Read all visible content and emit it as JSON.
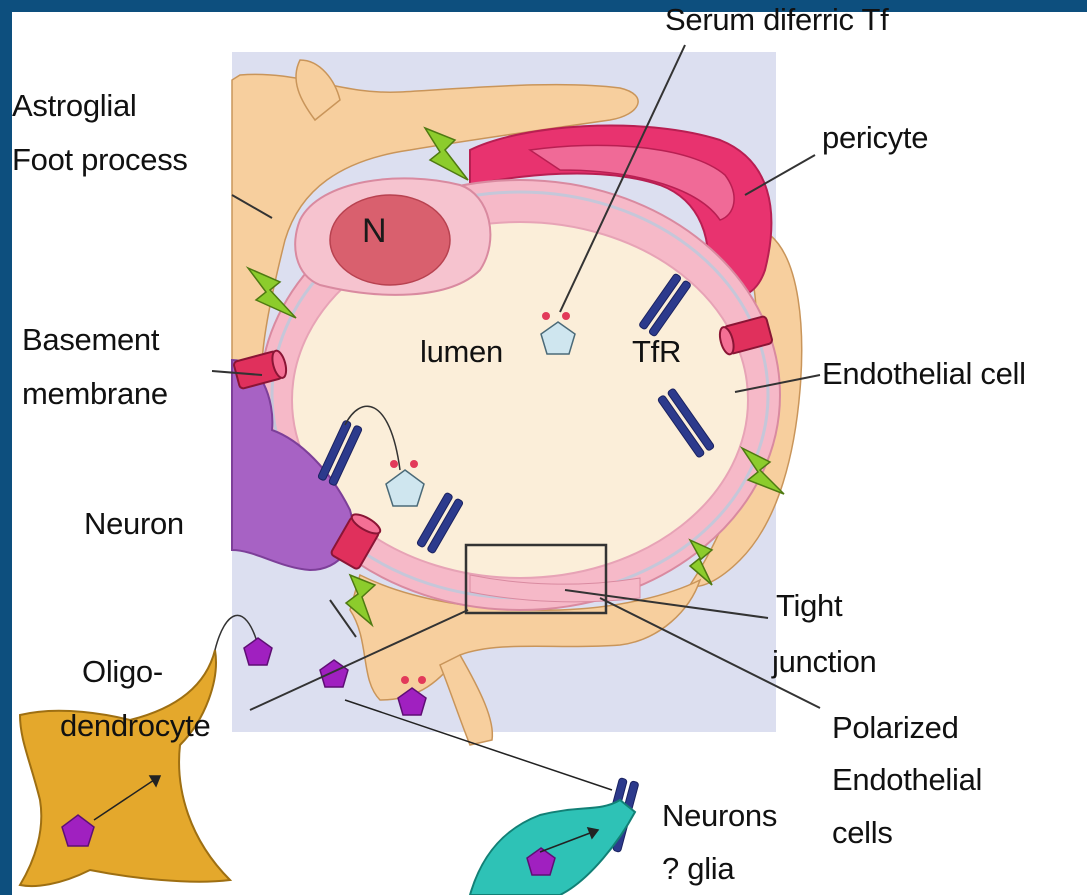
{
  "labels": {
    "serum": "Serum diferric Tf",
    "astroglial_line1": "Astroglial",
    "astroglial_line2": "Foot process",
    "pericyte": "pericyte",
    "nucleus": "N",
    "basement_line1": "Basement",
    "basement_line2": "membrane",
    "lumen": "lumen",
    "tfr": "TfR",
    "endothelial": "Endothelial cell",
    "neuron": "Neuron",
    "tight_line1": "Tight",
    "tight_line2": "junction",
    "oligo_line1": "Oligo-",
    "oligo_line2": "dendrocyte",
    "polarized_line1": "Polarized",
    "polarized_line2": "Endothelial",
    "polarized_line3": "cells",
    "neurons_line1": "Neurons",
    "neurons_line2": "? glia"
  },
  "colors": {
    "frame": "#0d4f7e",
    "background_panel": "#dcdff0",
    "astroglia": "#f7cf9e",
    "pericyte": "#e8336f",
    "endothelium": "#f6b9c8",
    "nucleus": "#d9606e",
    "lumen": "#fbeed9",
    "receptor": "#2c3a8c",
    "channel": "#e0305c",
    "lightning": "#8ccc2c",
    "neuron": "#a762c4",
    "oligodendrocyte": "#e4a82c",
    "neuron_glia": "#2ec2b6",
    "transferrin": "#cfe6ef",
    "iron_pentagon": "#a020c0"
  }
}
